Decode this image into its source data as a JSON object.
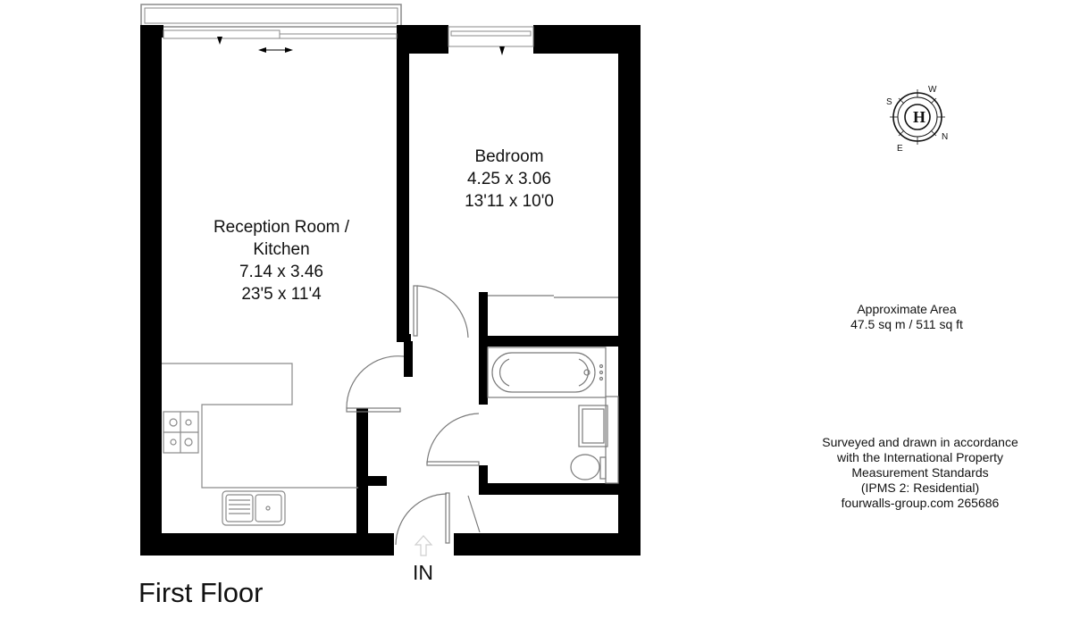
{
  "floor_label": "First Floor",
  "entrance_label": "IN",
  "rooms": [
    {
      "name": "Reception Room / Kitchen",
      "line1": "Reception Room /",
      "line2": "Kitchen",
      "metric": "7.14 x 3.46",
      "imperial": "23'5 x 11'4"
    },
    {
      "name": "Bedroom",
      "line1": "Bedroom",
      "metric": "4.25 x 3.06",
      "imperial": "13'11 x 10'0"
    }
  ],
  "area": {
    "title": "Approximate Area",
    "value": "47.5 sq m / 511 sq ft"
  },
  "survey_note": {
    "lines": [
      "Surveyed and drawn in accordance",
      "with the International Property",
      "Measurement Standards",
      "(IPMS 2: Residential)",
      "fourwalls-group.com 265686"
    ]
  },
  "compass": {
    "logo": "H",
    "labels": {
      "s": "S",
      "w": "W",
      "n": "N",
      "e": "E"
    }
  },
  "colors": {
    "wall": "#000000",
    "fixture": "#7a7a7a",
    "background": "#ffffff"
  }
}
